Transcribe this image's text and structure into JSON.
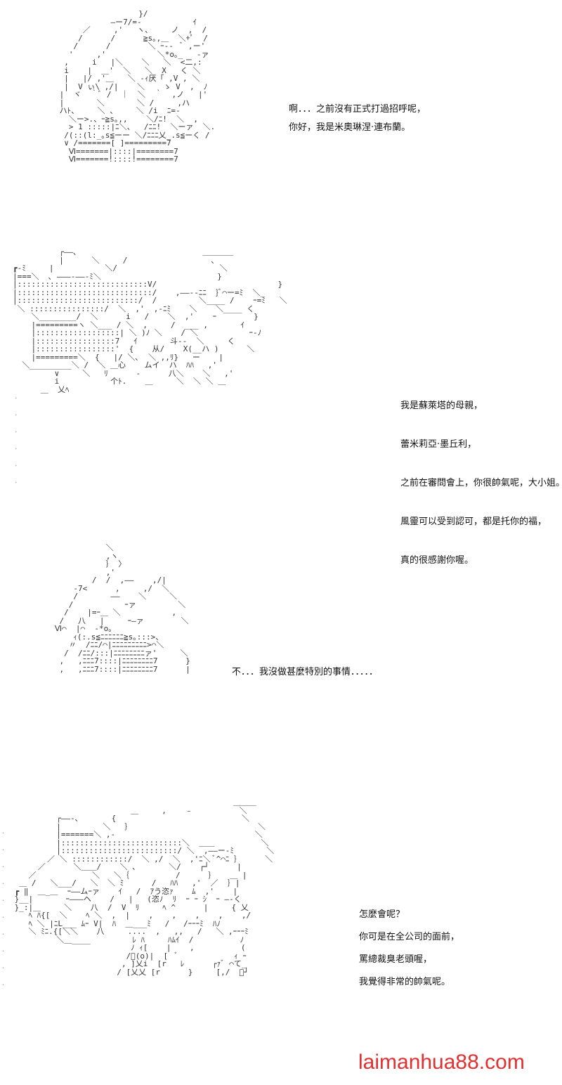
{
  "panels": [
    {
      "id": "panel-1",
      "dialogue": [
        "啊．．．之前沒有正式打過招呼呢，",
        "你好，我是米奧琳涅·連布蘭。"
      ]
    },
    {
      "id": "panel-2",
      "dialogue": [
        "我是蘇萊塔的母親，",
        "蕾米莉亞·墨丘利，",
        "之前在審問會上，你很帥氣呢，大小姐。",
        "風靈可以受到認可，都是托你的福，",
        "真的很感謝你喔。"
      ]
    },
    {
      "id": "panel-3",
      "dialogue": [
        "不．．．我沒做甚麼特別的事情．．．．．"
      ]
    },
    {
      "id": "panel-4",
      "dialogue": [
        "怎麼會呢？",
        "你可是在全公司的面前，",
        "罵總裁臭老頭喔，",
        "我覺得非常的帥氣呢。"
      ]
    }
  ],
  "watermark": "laimanhua88.com",
  "colors": {
    "watermark": "#e23030",
    "background": "#ffffff",
    "text": "#111111"
  }
}
